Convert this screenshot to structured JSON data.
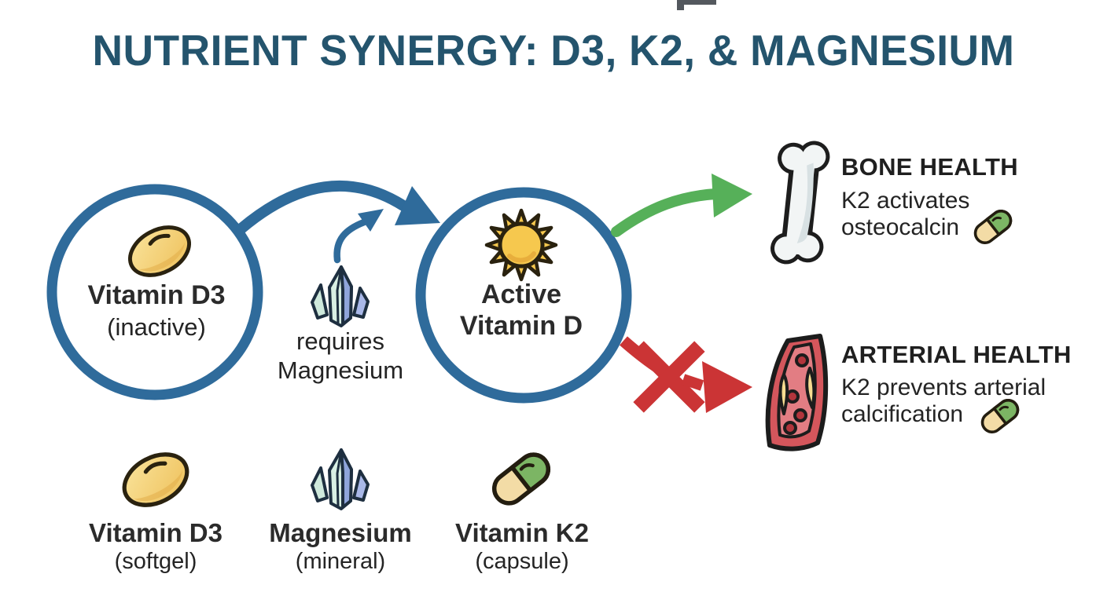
{
  "title": "NUTRIENT SYNERGY: D3, K2, & MAGNESIUM",
  "flow": {
    "inactive_node": {
      "line1": "Vitamin D3",
      "line2": "(inactive)",
      "icon": "softgel-icon"
    },
    "active_node": {
      "line1": "Active",
      "line2": "Vitamin D",
      "icon": "sun-icon"
    },
    "cofactor": {
      "line1": "requires",
      "line2": "Magnesium",
      "icon": "magnesium-crystal-icon"
    }
  },
  "outcomes": {
    "bone": {
      "heading": "BONE HEALTH",
      "line1": "K2 activates",
      "line2": "osteocalcin",
      "icon": "bone-icon",
      "arrow_icon": "green-curved-arrow",
      "capsule_icon": "k2-capsule-icon"
    },
    "arterial": {
      "heading": "ARTERIAL HEALTH",
      "line1": "K2 prevents arterial",
      "line2": "calcification",
      "icon": "artery-icon",
      "arrow_icon": "red-blocked-arrow",
      "capsule_icon": "k2-capsule-icon"
    }
  },
  "legend": [
    {
      "name": "Vitamin D3",
      "form": "(softgel)",
      "icon": "softgel-icon"
    },
    {
      "name": "Magnesium",
      "form": "(mineral)",
      "icon": "magnesium-crystal-icon"
    },
    {
      "name": "Vitamin K2",
      "form": "(capsule)",
      "icon": "capsule-icon"
    }
  ],
  "colors": {
    "title_teal": "#24546d",
    "node_circle_blue": "#2f6b9b",
    "arrow_blue": "#2f6b9b",
    "arrow_green": "#56b059",
    "arrow_red": "#cb3435",
    "softgel_gold": "#f2c968",
    "sun_yellow": "#f6c84e",
    "crystal_mint": "#cfe9dc",
    "crystal_blue": "#8fa5db",
    "capsule_green": "#7cb564",
    "capsule_tan": "#f3dca6",
    "bone_white": "#f2f5f5",
    "artery_red": "#d4565c",
    "text_dark": "#242424"
  }
}
